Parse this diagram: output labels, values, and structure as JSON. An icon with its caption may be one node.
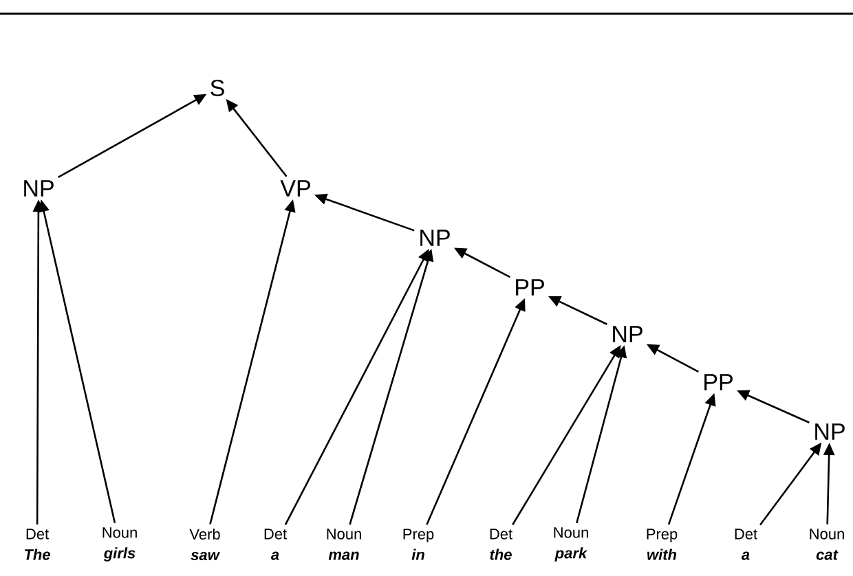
{
  "diagram": {
    "nodes": [
      {
        "text": [
          "S"
        ]
      },
      {
        "text": [
          "NP"
        ]
      },
      {
        "text": [
          "VP"
        ]
      },
      {
        "text": [
          "NP"
        ]
      },
      {
        "text": [
          "PP"
        ]
      },
      {
        "text": [
          "NP"
        ]
      },
      {
        "text": [
          "PP"
        ]
      },
      {
        "text": [
          "NP"
        ]
      },
      {
        "text": [
          "Det",
          "The"
        ]
      },
      {
        "text": [
          "Noun",
          "girls"
        ]
      },
      {
        "text": [
          "Verb",
          "saw"
        ]
      },
      {
        "text": [
          "Det",
          "a"
        ]
      },
      {
        "text": [
          "Noun",
          "man"
        ]
      },
      {
        "text": [
          "Prep",
          "in"
        ]
      },
      {
        "text": [
          "Det",
          "the"
        ]
      },
      {
        "text": [
          "Noun",
          "park"
        ]
      },
      {
        "text": [
          "Prep",
          "with"
        ]
      },
      {
        "text": [
          "Det",
          "a"
        ]
      },
      {
        "text": [
          "Noun",
          "cat"
        ]
      }
    ],
    "edges": [
      {
        "from": 1,
        "to": 0,
        "arrow": "to"
      },
      {
        "from": 2,
        "to": 0,
        "arrow": "to"
      },
      {
        "from": 3,
        "to": 2,
        "arrow": "to"
      },
      {
        "from": 4,
        "to": 3,
        "arrow": "to"
      },
      {
        "from": 5,
        "to": 4,
        "arrow": "to"
      },
      {
        "from": 6,
        "to": 5,
        "arrow": "to"
      },
      {
        "from": 7,
        "to": 6,
        "arrow": "to"
      },
      {
        "from": 8,
        "to": 1,
        "arrow": "to"
      },
      {
        "from": 9,
        "to": 1,
        "arrow": "to"
      },
      {
        "from": 10,
        "to": 2,
        "arrow": "to"
      },
      {
        "from": 11,
        "to": 3,
        "arrow": "to"
      },
      {
        "from": 12,
        "to": 3,
        "arrow": "to"
      },
      {
        "from": 13,
        "to": 4,
        "arrow": "to"
      },
      {
        "from": 14,
        "to": 5,
        "arrow": "to"
      },
      {
        "from": 15,
        "to": 5,
        "arrow": "to"
      },
      {
        "from": 16,
        "to": 6,
        "arrow": "to"
      },
      {
        "from": 17,
        "to": 7,
        "arrow": "to"
      },
      {
        "from": 18,
        "to": 7,
        "arrow": "to"
      }
    ]
  }
}
